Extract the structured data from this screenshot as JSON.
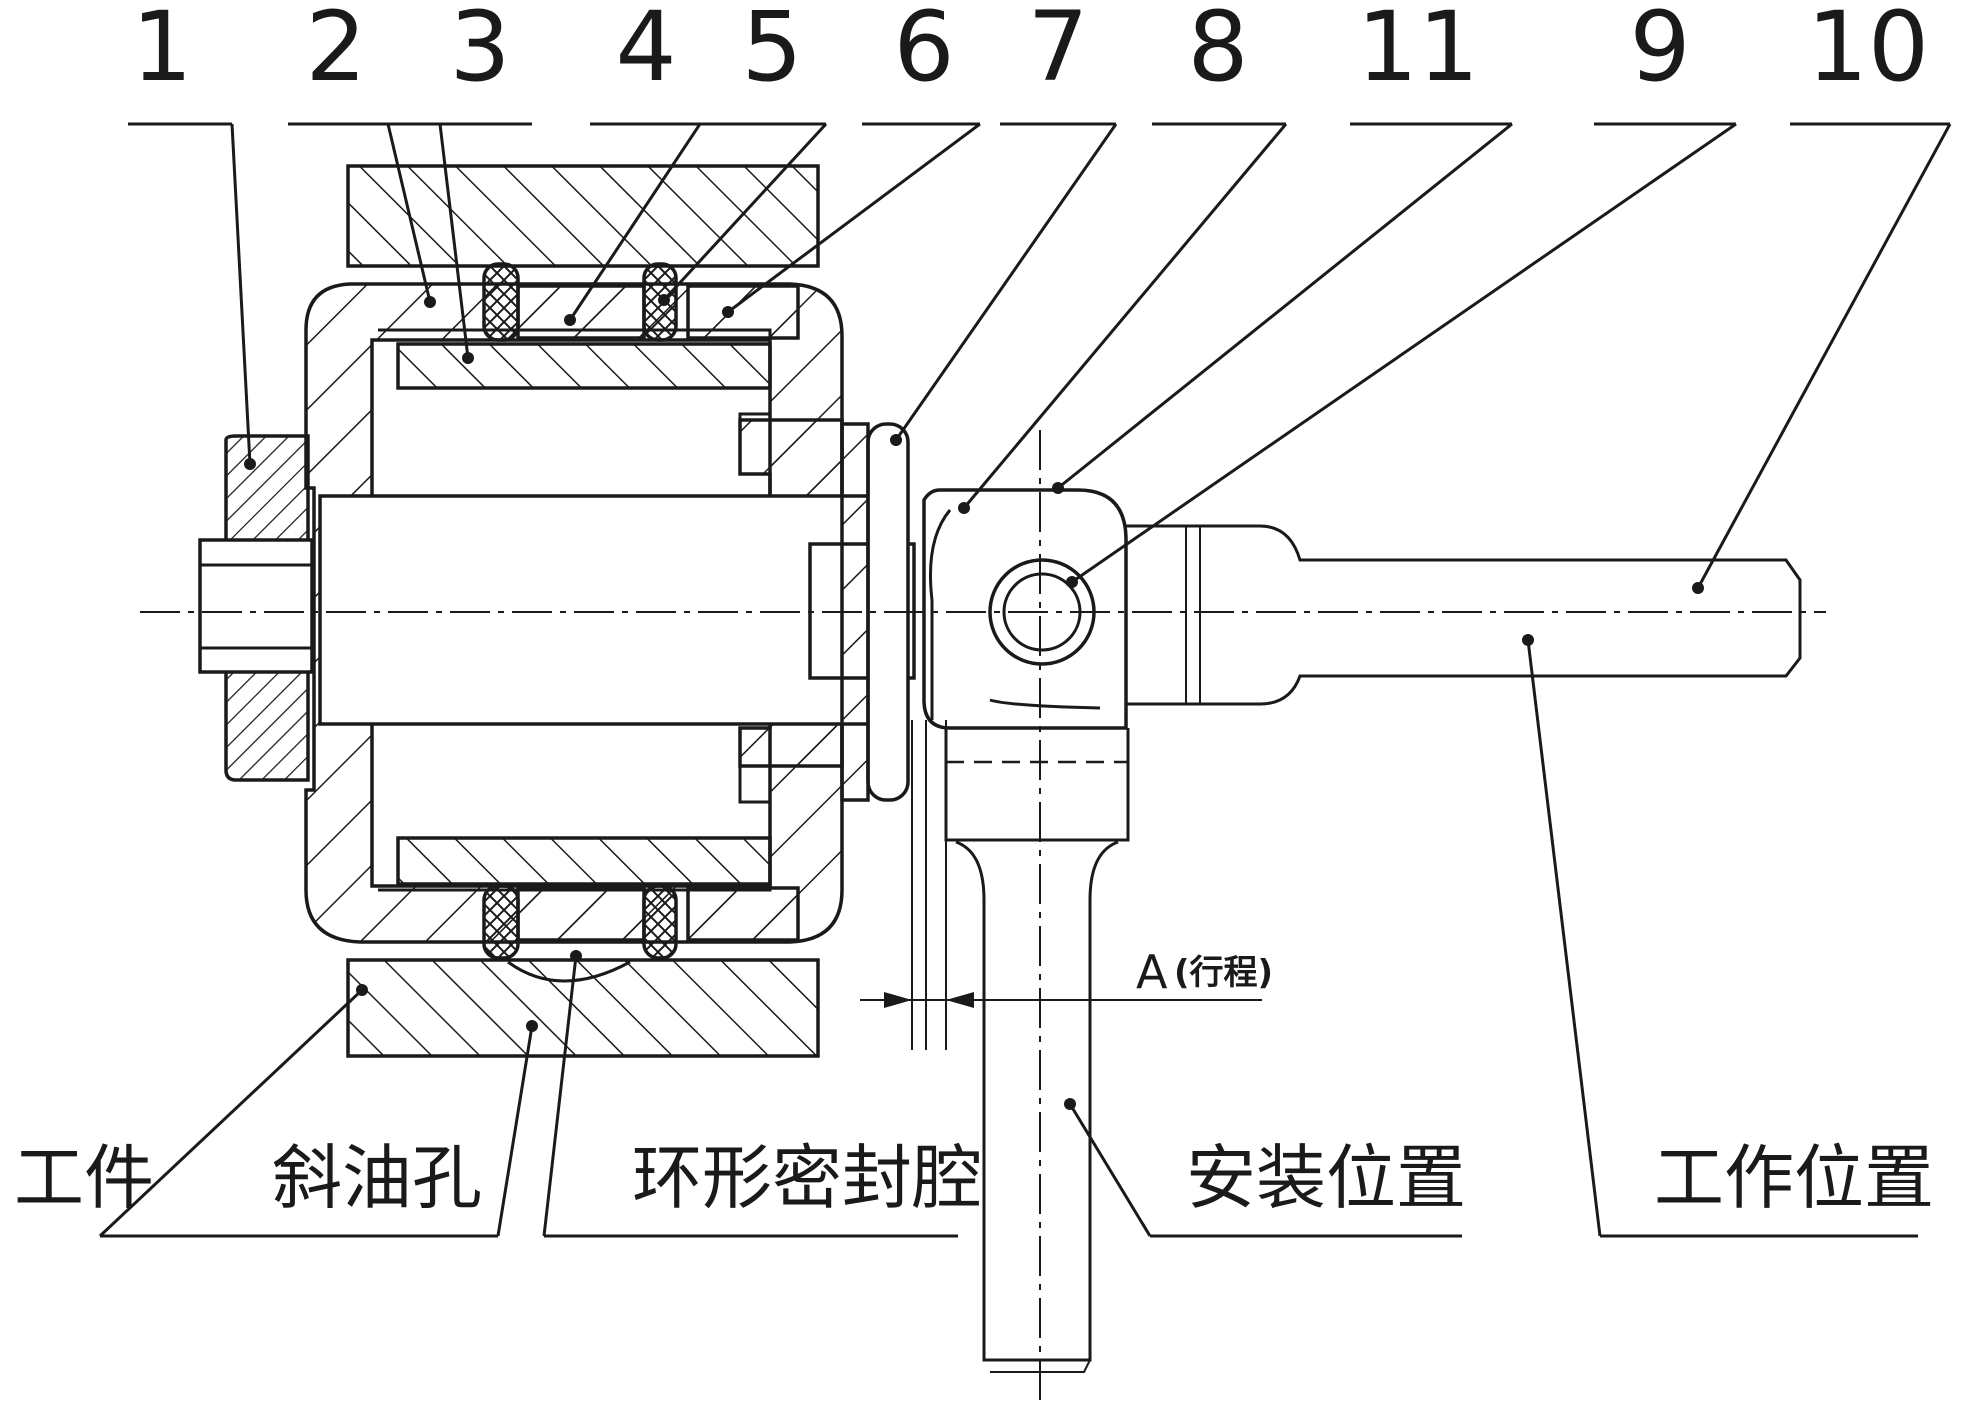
{
  "part_numbers": [
    "1",
    "2",
    "3",
    "4",
    "5",
    "6",
    "7",
    "8",
    "11",
    "9",
    "10"
  ],
  "bottom_labels": {
    "workpiece": "工件",
    "oblique_oil_hole": "斜油孔",
    "annular_seal_cavity": "环形密封腔",
    "install_position": "安装位置",
    "work_position": "工作位置"
  },
  "dimension": {
    "letter": "A",
    "note": "(行程)"
  },
  "colors": {
    "ink": "#1a1a1a",
    "background": "#ffffff"
  }
}
